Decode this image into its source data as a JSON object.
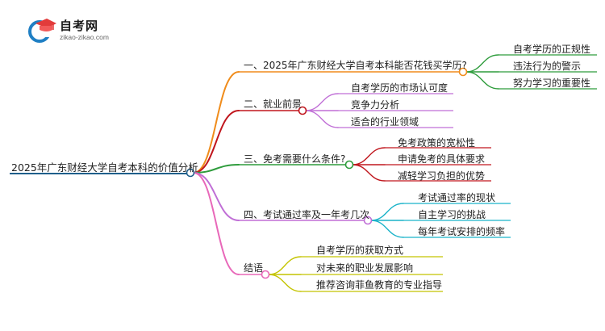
{
  "logo": {
    "title": "自考网",
    "url": "zikao-zikao.com"
  },
  "root": {
    "label": "2025年广东财经大学自考本科的价值分析",
    "color": "#1f5f8b"
  },
  "branches": [
    {
      "label": "一、2025年广东财经大学自考本科能否花钱买学历?",
      "color": "#f08c1b",
      "children": [
        "自考学历的正规性",
        "违法行为的警示",
        "努力学习的重要性"
      ],
      "child_color": "#2e9c3c"
    },
    {
      "label": "二、就业前景",
      "color": "#c0161d",
      "children": [
        "自考学历的市场认可度",
        "竞争力分析",
        "适合的行业领域"
      ],
      "child_color": "#c06fd6"
    },
    {
      "label": "三、免考需要什么条件?",
      "color": "#2e9c3c",
      "children": [
        "免考政策的宽松性",
        "申请免考的具体要求",
        "减轻学习负担的优势"
      ],
      "child_color": "#c0161d"
    },
    {
      "label": "四、考试通过率及一年考几次",
      "color": "#c06fd6",
      "children": [
        "考试通过率的现状",
        "自主学习的挑战",
        "每年考试安排的频率"
      ],
      "child_color": "#1ab3c9"
    },
    {
      "label": "结语",
      "color": "#e868b9",
      "children": [
        "自考学历的获取方式",
        "对未来的职业发展影响",
        "推荐咨询菲鱼教育的专业指导"
      ],
      "child_color": "#c4c400"
    }
  ]
}
